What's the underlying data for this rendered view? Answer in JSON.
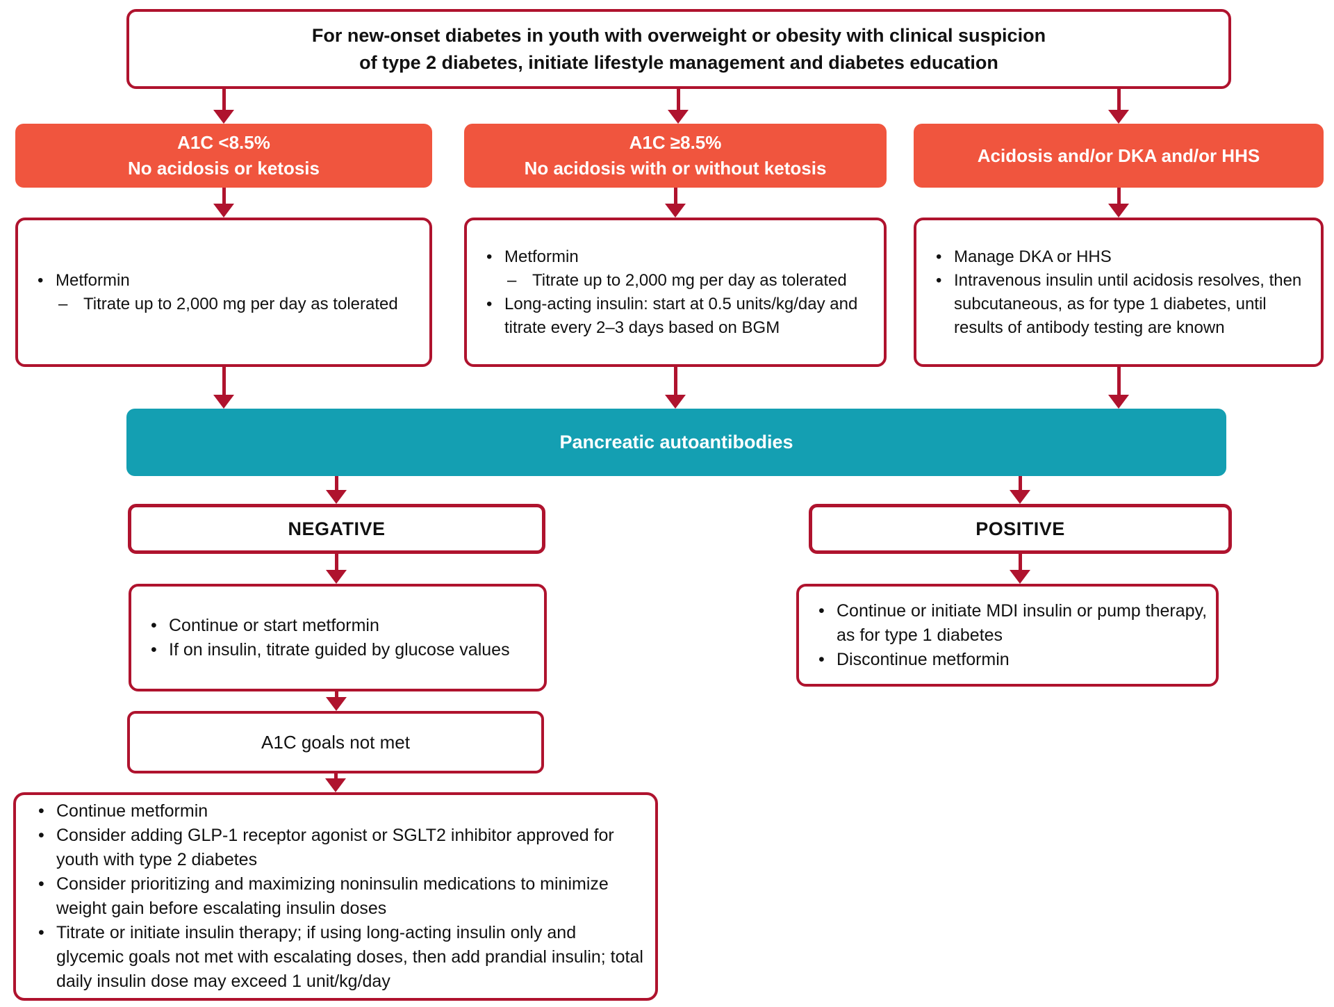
{
  "colors": {
    "accent_red": "#AF132E",
    "header_orange": "#F0553E",
    "bar_teal": "#149FB2",
    "text": "#111111"
  },
  "title_box": {
    "line1": "For new-onset diabetes in youth with overweight or obesity with clinical suspicion",
    "line2": "of type 2 diabetes, initiate lifestyle management and diabetes education"
  },
  "headers": {
    "a1c_low": {
      "line1": "A1C <8.5%",
      "line2": "No acidosis or ketosis"
    },
    "a1c_high": {
      "line1": "A1C ≥8.5%",
      "line2": "No acidosis with or without ketosis"
    },
    "acidosis_dka": {
      "line1": "Acidosis and/or DKA and/or HHS"
    }
  },
  "treatment_a1c_low": {
    "items": [
      {
        "level": 1,
        "text": "Metformin"
      },
      {
        "level": 2,
        "text": "Titrate up to 2,000 mg per day as tolerated"
      }
    ]
  },
  "treatment_a1c_high": {
    "items": [
      {
        "level": 1,
        "text": "Metformin"
      },
      {
        "level": 2,
        "text": "Titrate up to 2,000 mg per day as tolerated"
      },
      {
        "level": 1,
        "text": "Long-acting insulin: start at 0.5 units/kg/day and titrate every 2–3 days based on BGM"
      }
    ]
  },
  "treatment_acidosis": {
    "items": [
      {
        "level": 1,
        "text": "Manage DKA or HHS"
      },
      {
        "level": 1,
        "text": "Intravenous insulin until acidosis resolves, then subcutaneous, as for type 1 diabetes, until results of antibody testing are known"
      }
    ]
  },
  "antibodies_bar": {
    "label": "Pancreatic autoantibodies"
  },
  "negative_box": {
    "label": "NEGATIVE"
  },
  "positive_box": {
    "label": "POSITIVE"
  },
  "negative_tx": {
    "items": [
      {
        "level": 1,
        "text": "Continue or start metformin"
      },
      {
        "level": 1,
        "text": "If on insulin, titrate guided by glucose values"
      }
    ]
  },
  "positive_tx": {
    "items": [
      {
        "level": 1,
        "text": "Continue or initiate MDI insulin or pump therapy, as for type 1 diabetes"
      },
      {
        "level": 1,
        "text": "Discontinue metformin"
      }
    ]
  },
  "a1c_goals_box": {
    "label": "A1C goals not met"
  },
  "escalation": {
    "items": [
      {
        "level": 1,
        "text": "Continue metformin"
      },
      {
        "level": 1,
        "text": "Consider adding GLP-1 receptor agonist or SGLT2 inhibitor approved for youth with type 2 diabetes"
      },
      {
        "level": 1,
        "text": "Consider prioritizing and maximizing noninsulin medications to minimize weight gain before escalating insulin doses"
      },
      {
        "level": 1,
        "text": "Titrate or initiate insulin therapy; if using long-acting insulin only and glycemic goals not met with escalating doses, then add prandial insulin; total daily insulin dose may exceed 1 unit/kg/day"
      }
    ]
  }
}
